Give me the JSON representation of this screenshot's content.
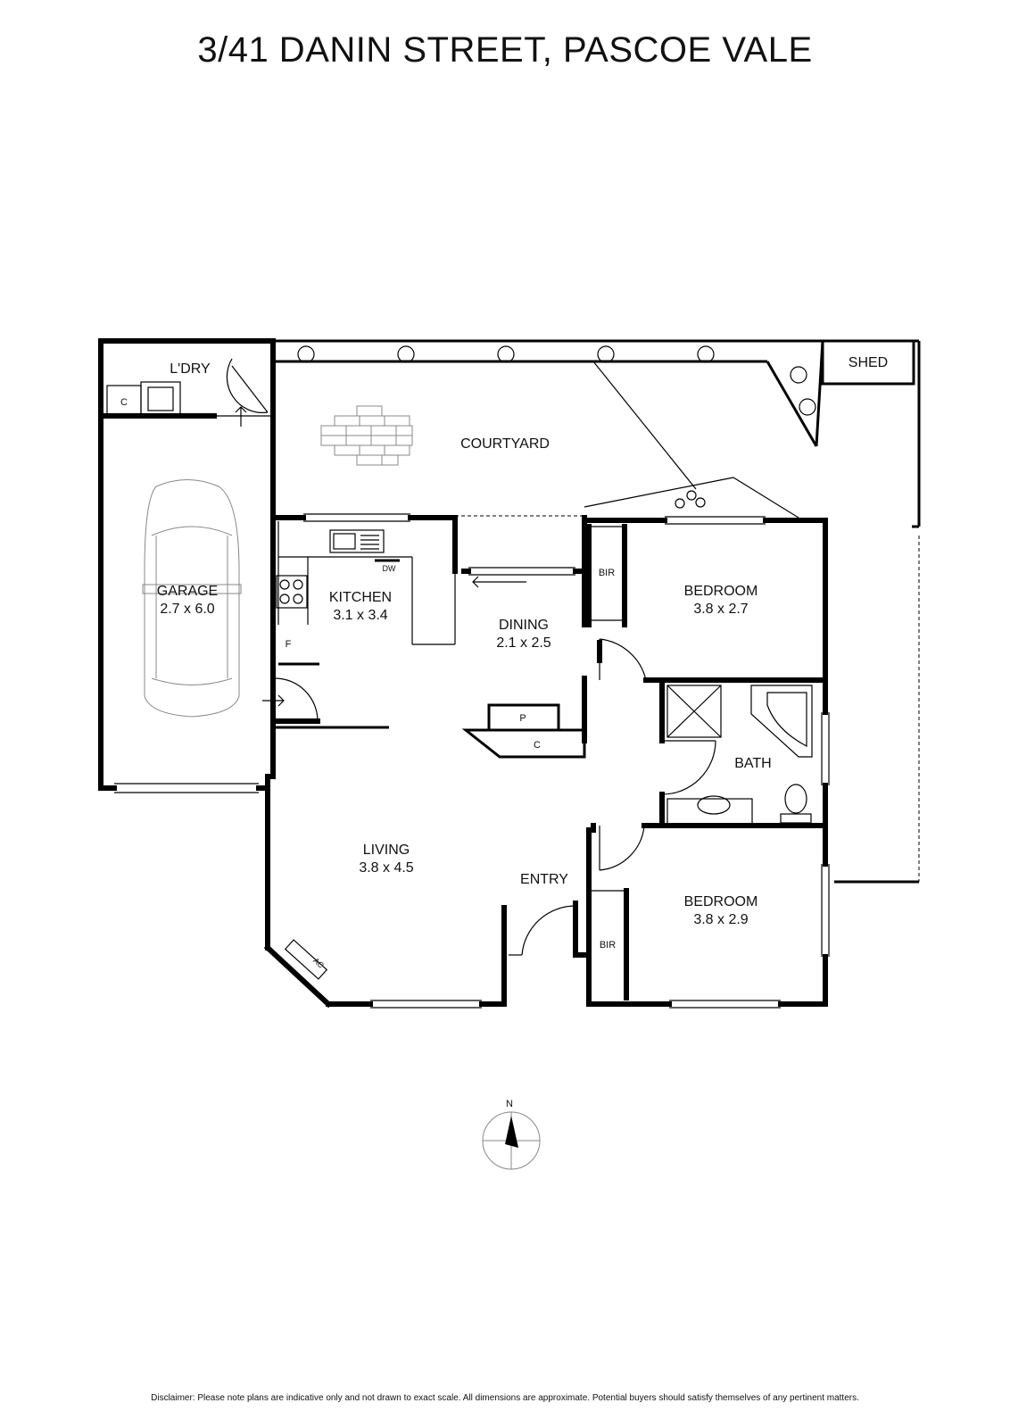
{
  "title": "3/41 DANIN STREET, PASCOE VALE",
  "rooms": {
    "laundry": {
      "name": "L'DRY"
    },
    "laundry_cupboard": {
      "name": "C"
    },
    "courtyard": {
      "name": "COURTYARD"
    },
    "shed": {
      "name": "SHED"
    },
    "garage": {
      "name": "GARAGE",
      "size": "2.7 x 6.0"
    },
    "kitchen": {
      "name": "KITCHEN",
      "size": "3.1 x 3.4"
    },
    "dining": {
      "name": "DINING",
      "size": "2.1 x 2.5"
    },
    "bedroom1": {
      "name": "BEDROOM",
      "size": "3.8 x 2.7"
    },
    "bedroom2": {
      "name": "BEDROOM",
      "size": "3.8 x 2.9"
    },
    "bath": {
      "name": "BATH"
    },
    "living": {
      "name": "LIVING",
      "size": "3.8 x 4.5"
    },
    "entry": {
      "name": "ENTRY"
    }
  },
  "fixtures": {
    "dishwasher": "DW",
    "fridge": "F",
    "pantry": "P",
    "cupboard": "C",
    "bir_top": "BIR",
    "bir_bottom": "BIR",
    "air_conditioner": "AC"
  },
  "compass": {
    "north": "N"
  },
  "disclaimer": "Disclaimer: Please note plans are indicative only and not drawn to exact scale. All dimensions are approximate. Potential buyers should satisfy themselves of any pertinent matters."
}
